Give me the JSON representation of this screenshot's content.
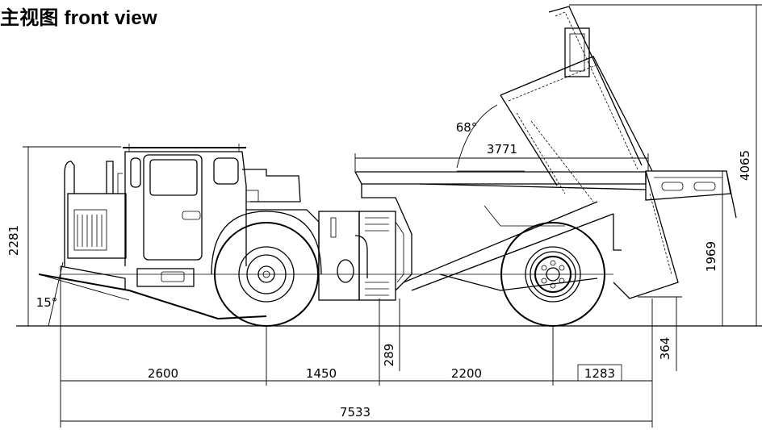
{
  "title": "主视图 front view",
  "dimensions": {
    "overall_height": "2281",
    "tipped_height": "4065",
    "box_length": "3771",
    "tip_angle": "68°",
    "departure_angle": "15°",
    "box_rear_height": "1969",
    "front_overhang": "2600",
    "wheelbase_front": "1450",
    "wheelbase_rear": "2200",
    "rear_overhang": "1283",
    "overall_length": "7533",
    "ground_clearance": "289",
    "box_ground_clearance": "364"
  }
}
